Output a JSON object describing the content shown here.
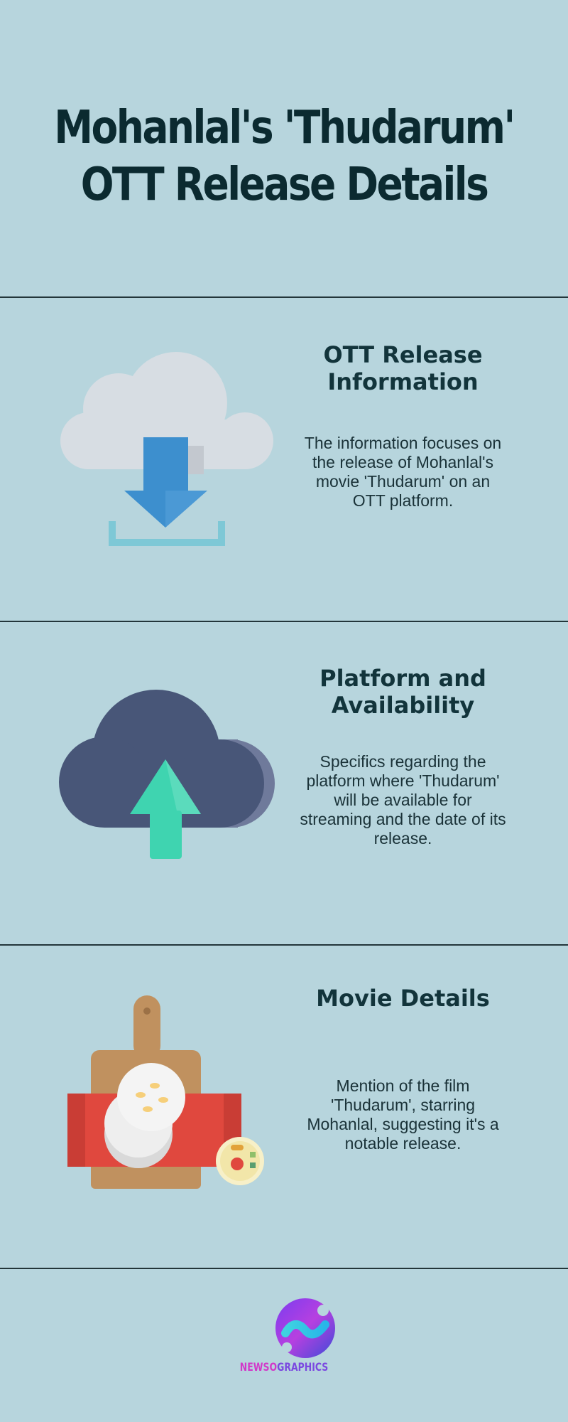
{
  "header": {
    "title_line1": "Mohanlal's 'Thudarum'",
    "title_line2": "OTT Release Details"
  },
  "sections": [
    {
      "title_line1": "OTT Release",
      "title_line2": "Information",
      "text": "The information focuses on the release of Mohanlal's movie 'Thudarum' on an OTT platform.",
      "icon": "cloud-download-icon"
    },
    {
      "title_line1": "Platform and",
      "title_line2": "Availability",
      "text": "Specifics regarding the platform where 'Thudarum' will be available for streaming and the date of its release.",
      "icon": "cloud-upload-icon"
    },
    {
      "title_line1": "Movie Details",
      "title_line2": "",
      "text": "Mention of the film 'Thudarum', starring Mohanlal, suggesting it's a notable release.",
      "icon": "food-board-icon"
    }
  ],
  "footer": {
    "brand_part1": "NEWSO",
    "brand_part2": "GRAPHICS",
    "logo_icon": "newsographics-logo-icon"
  },
  "colors": {
    "background": "#b7d5dd",
    "title": "#0b2a30",
    "divider": "#23363a",
    "brand_pink": "#d238c9",
    "brand_purple": "#7b48e0"
  }
}
